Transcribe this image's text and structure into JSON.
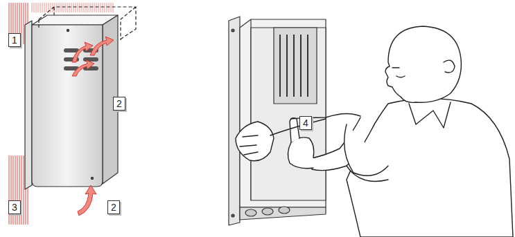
{
  "diagram": {
    "labels": [
      "1",
      "2",
      "3",
      "2",
      "4"
    ]
  }
}
